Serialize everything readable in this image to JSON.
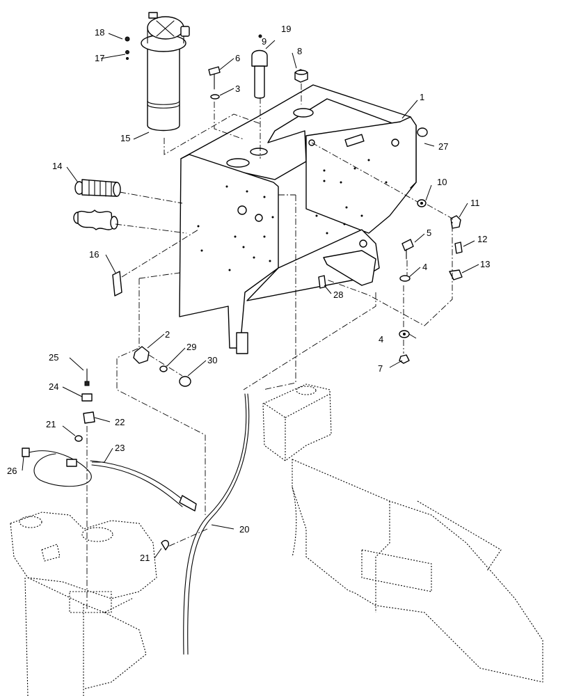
{
  "callouts": [
    {
      "id": "c1",
      "label": "1"
    },
    {
      "id": "c2",
      "label": "2"
    },
    {
      "id": "c3",
      "label": "3"
    },
    {
      "id": "c4a",
      "label": "4"
    },
    {
      "id": "c4b",
      "label": "4"
    },
    {
      "id": "c5",
      "label": "5"
    },
    {
      "id": "c6",
      "label": "6"
    },
    {
      "id": "c7",
      "label": "7"
    },
    {
      "id": "c8",
      "label": "8"
    },
    {
      "id": "c9",
      "label": "9"
    },
    {
      "id": "c10",
      "label": "10"
    },
    {
      "id": "c11",
      "label": "11"
    },
    {
      "id": "c12",
      "label": "12"
    },
    {
      "id": "c13",
      "label": "13"
    },
    {
      "id": "c14",
      "label": "14"
    },
    {
      "id": "c15",
      "label": "15"
    },
    {
      "id": "c16",
      "label": "16"
    },
    {
      "id": "c17",
      "label": "17"
    },
    {
      "id": "c18",
      "label": "18"
    },
    {
      "id": "c19",
      "label": "19"
    },
    {
      "id": "c20",
      "label": "20"
    },
    {
      "id": "c21a",
      "label": "21"
    },
    {
      "id": "c21b",
      "label": "21"
    },
    {
      "id": "c22",
      "label": "22"
    },
    {
      "id": "c23",
      "label": "23"
    },
    {
      "id": "c24",
      "label": "24"
    },
    {
      "id": "c25",
      "label": "25"
    },
    {
      "id": "c26",
      "label": "26"
    },
    {
      "id": "c27",
      "label": "27"
    },
    {
      "id": "c28",
      "label": "28"
    },
    {
      "id": "c29",
      "label": "29"
    },
    {
      "id": "c30",
      "label": "30"
    }
  ]
}
